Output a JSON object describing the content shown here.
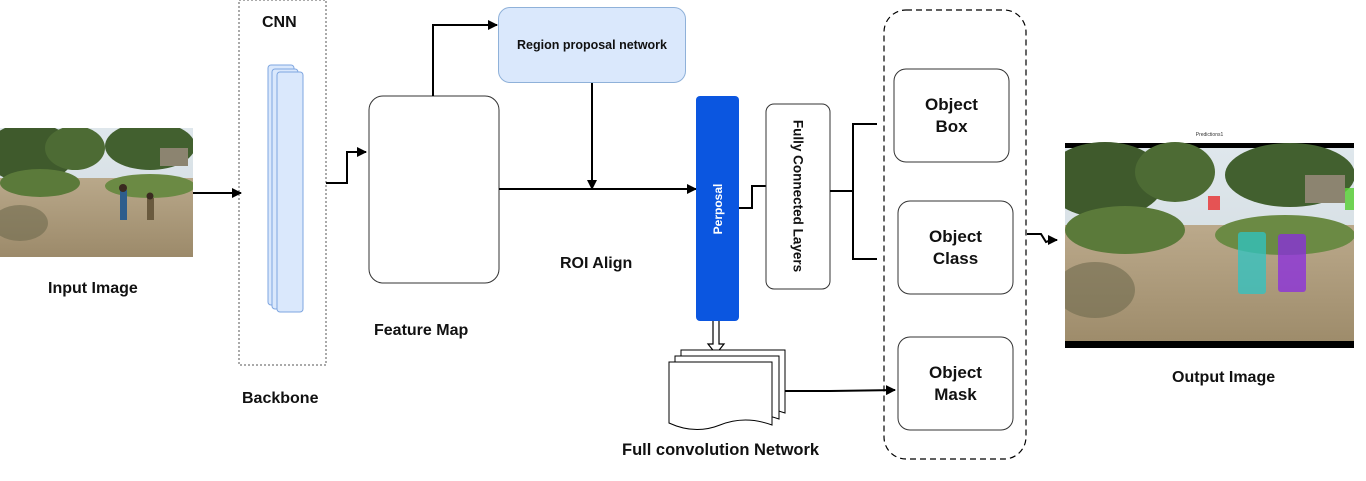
{
  "labels": {
    "input_image": "Input Image",
    "cnn": "CNN",
    "backbone": "Backbone",
    "feature_map": "Feature Map",
    "rpn": "Region proposal network",
    "roi_align": "ROI Align",
    "proposal": "Perposal",
    "fc_layers": "Fully Connected Layers",
    "object_box_l1": "Object",
    "object_box_l2": "Box",
    "object_class_l1": "Object",
    "object_class_l2": "Class",
    "object_mask_l1": "Object",
    "object_mask_l2": "Mask",
    "fcn": "Full convolution Network",
    "output_image": "Output Image",
    "predictions_caption": "Predictions1"
  },
  "colors": {
    "rpn_fill": "#dae8fc",
    "rpn_border": "#8fb1d9",
    "proposal_fill": "#0b56e0",
    "cnn_layer_fill": "#dae8fc",
    "cnn_layer_border": "#7ea6e0",
    "mask_teal": "#2ec4c4",
    "mask_purple": "#8a2be2",
    "mask_red": "#e63a3a",
    "mask_green": "#5ccf3a"
  }
}
